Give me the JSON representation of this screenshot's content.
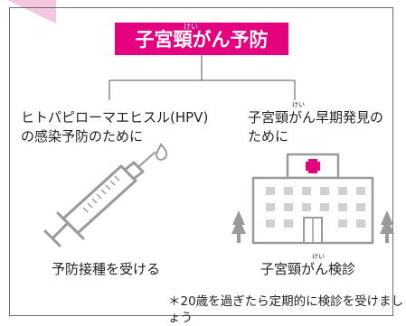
{
  "title": {
    "ruby": "けい",
    "text": "子宮頸がん予防"
  },
  "left_branch": {
    "heading_line1": "ヒトパピローマエヒスル(HPV)",
    "heading_line2": "の感染予防のために",
    "caption": "予防接種を受ける"
  },
  "right_branch": {
    "heading_ruby": "けい",
    "heading_line1": "子宮頸がん早期発見の",
    "heading_line2": "ために",
    "caption_ruby": "けい",
    "caption": "子宮頸がん検診"
  },
  "note": "＊20歳を過ぎたら定期的に検診を受けましょう",
  "icons": {
    "left": "syringe-icon",
    "right": "hospital-icon"
  },
  "colors": {
    "accent_pink": "#e4007f",
    "light_pink": "#f5c6e0",
    "illustration_gray": "#9a9a9a",
    "frame": "#6e6e6e"
  }
}
